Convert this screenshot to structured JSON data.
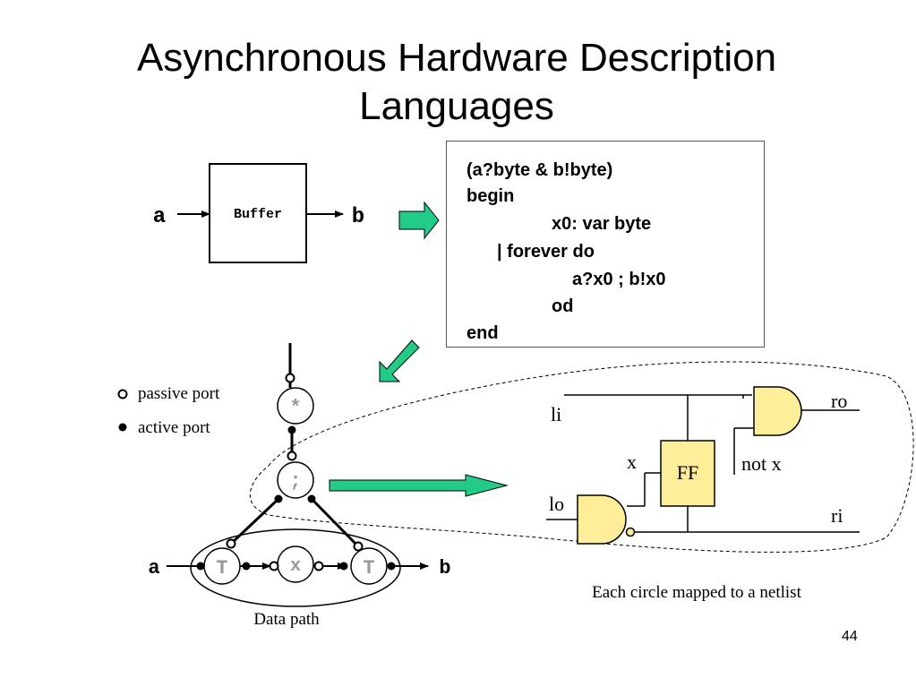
{
  "title": {
    "line1": "Asynchronous Hardware Description",
    "line2": "Languages"
  },
  "buffer_block": {
    "input_label": "a",
    "output_label": "b",
    "box_label": "Buffer"
  },
  "code": {
    "lines": [
      "(a?byte & b!byte)",
      "begin",
      "x0: var byte",
      "| forever do",
      "a?x0 ; b!x0",
      "od",
      "end"
    ]
  },
  "legend": {
    "passive_port": "passive port",
    "active_port": "active port"
  },
  "handshake_graph": {
    "repeat_symbol": "*",
    "sequence_symbol": ";",
    "transfer_left": "T",
    "variable": "x",
    "transfer_right": "T",
    "input_label": "a",
    "output_label": "b",
    "caption": "Data path"
  },
  "netlist": {
    "li": "li",
    "ro": "ro",
    "x": "x",
    "ff": "FF",
    "not_x": "not x",
    "lo": "lo",
    "ri": "ri",
    "caption": "Each circle mapped to a netlist"
  },
  "colors": {
    "arrow_fill": "#22cc88",
    "gate_fill": "#ffee99",
    "node_fill": "#ffffff",
    "node_text": "#999999"
  },
  "page_number": "44"
}
